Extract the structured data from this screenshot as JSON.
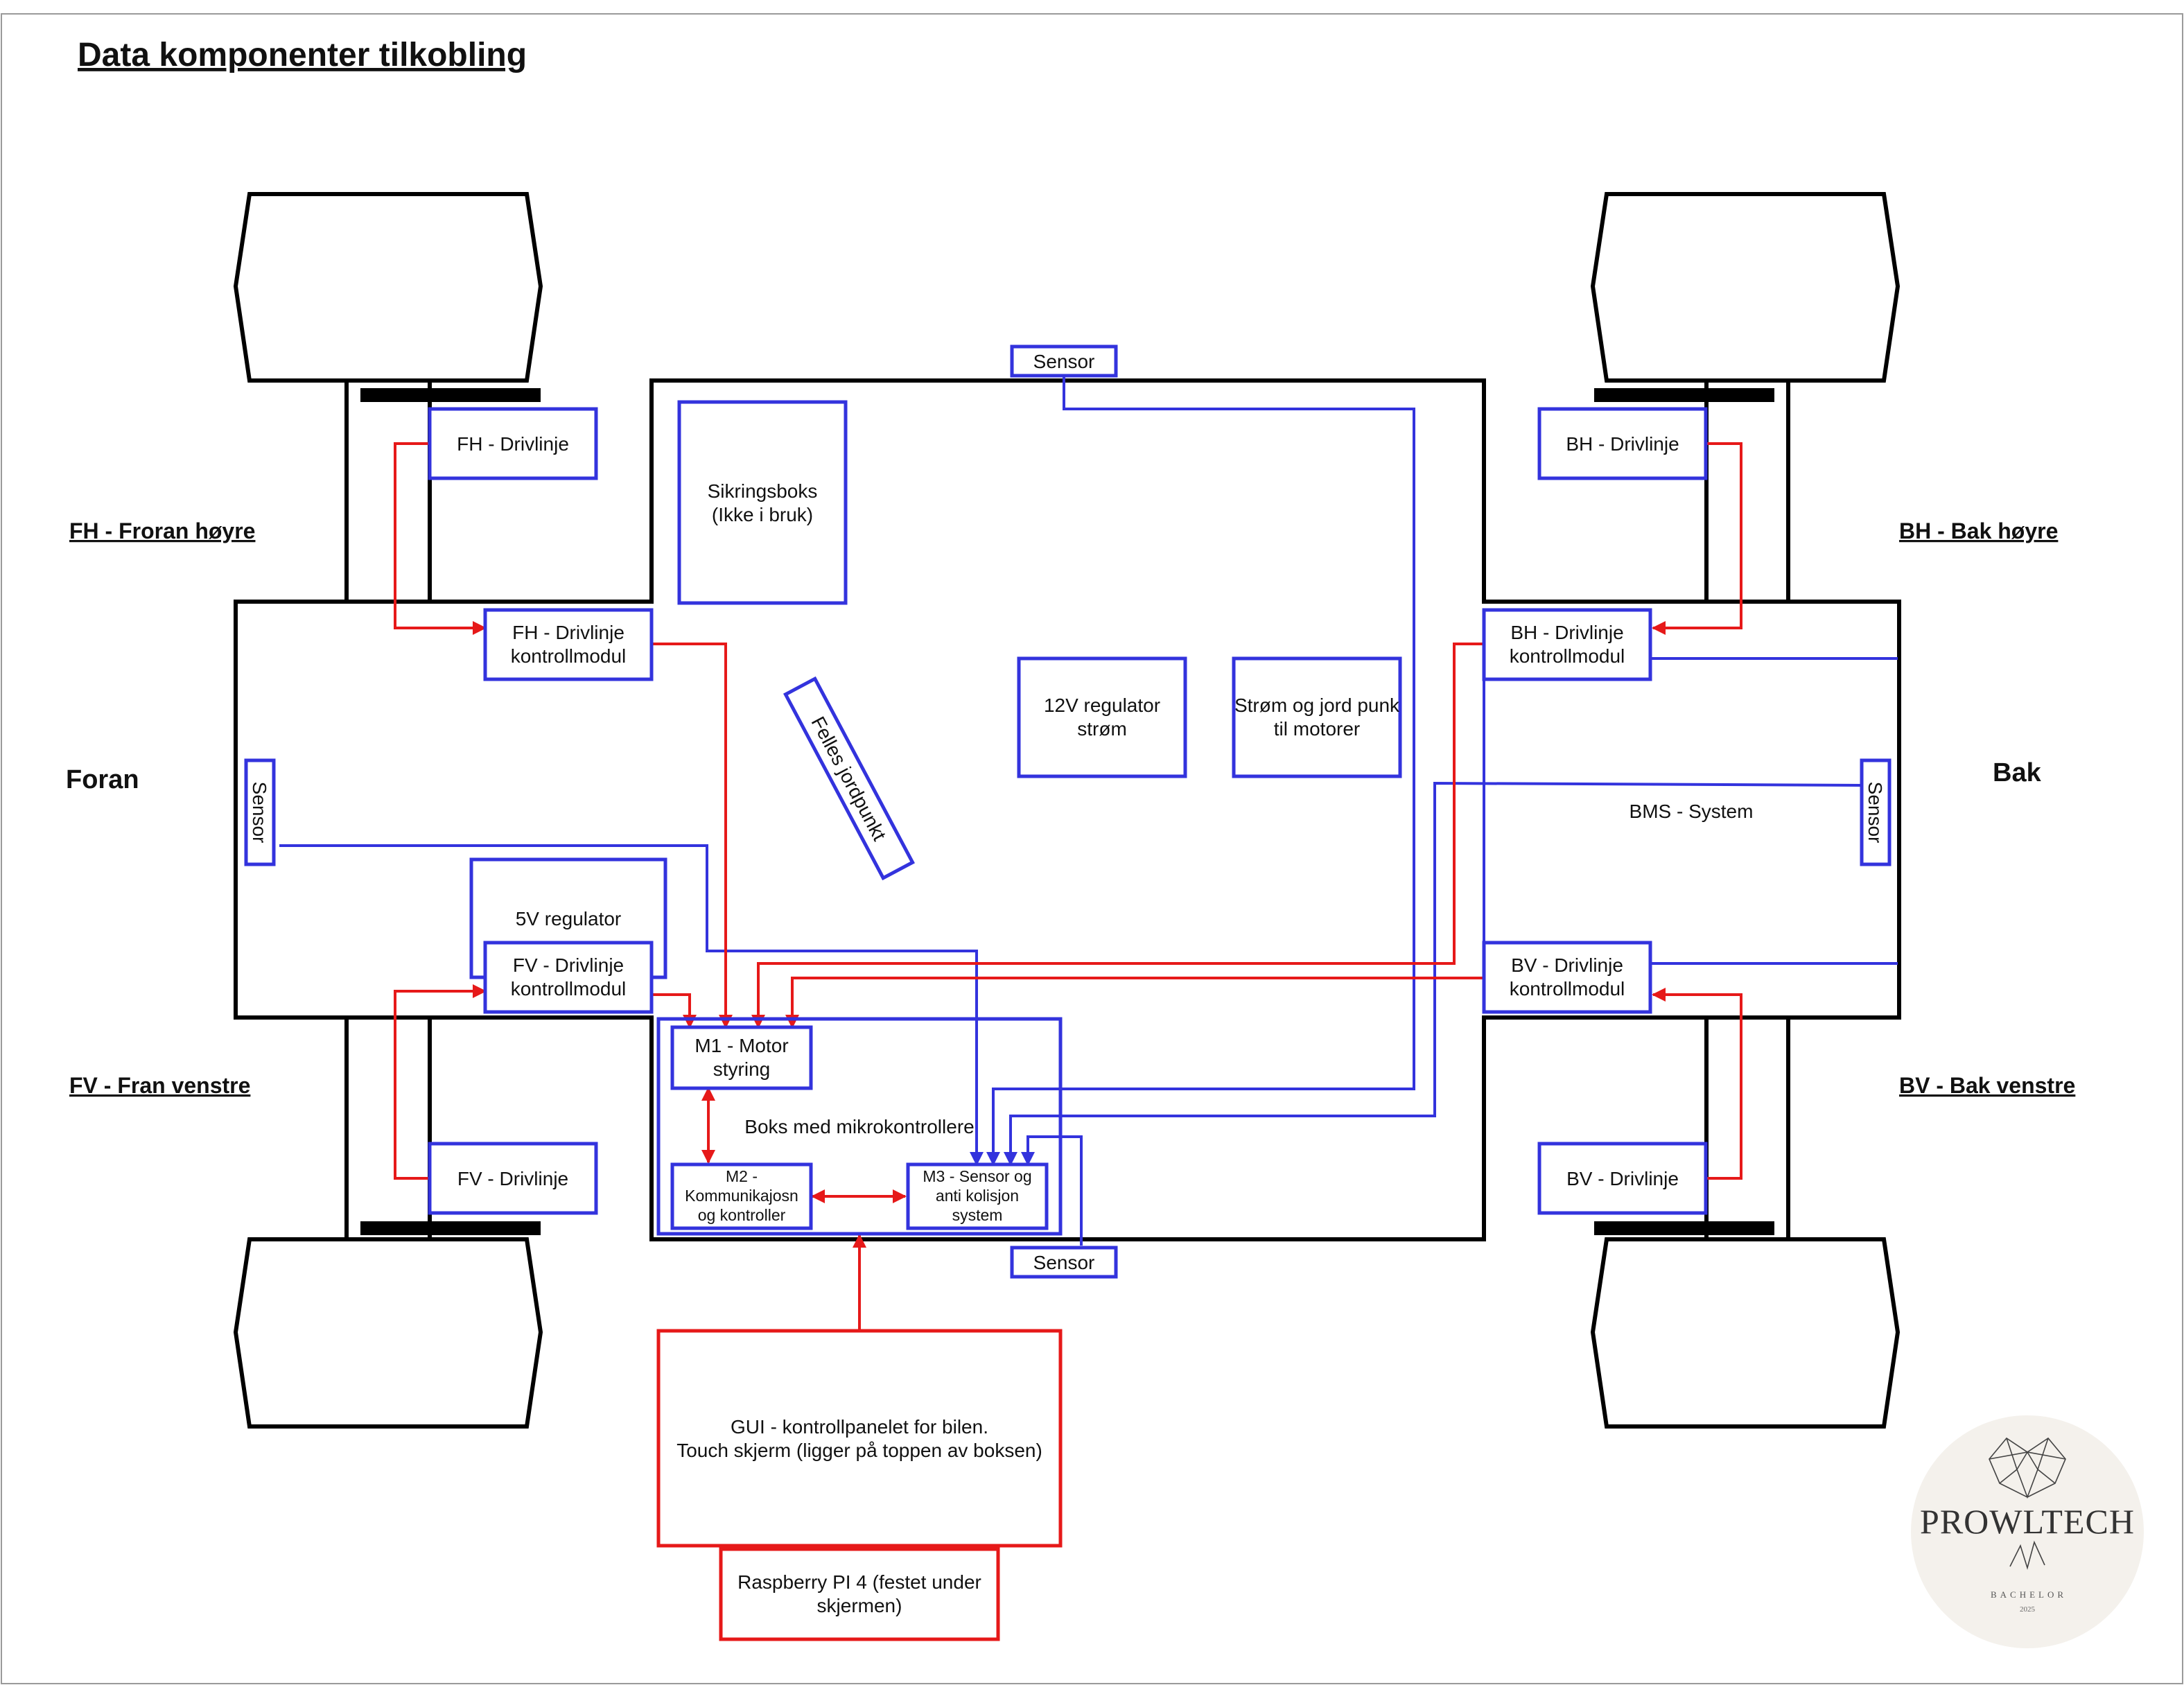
{
  "title": "Data komponenter tilkobling",
  "directions": {
    "front": "Foran",
    "rear": "Bak"
  },
  "corners": {
    "fh": "FH - Froran høyre",
    "bh": "BH - Bak høyre",
    "fv": "FV - Fran venstre",
    "bv": "BV - Bak venstre"
  },
  "drivlines": {
    "fh": "FH - Drivlinje",
    "bh": "BH - Drivlinje",
    "fv": "FV - Drivlinje",
    "bv": "BV - Drivlinje"
  },
  "control_modules": {
    "fh": [
      "FH - Drivlinje",
      "kontrollmodul"
    ],
    "bh": [
      "BH - Drivlinje",
      "kontrollmodul"
    ],
    "fv": [
      "FV - Drivlinje",
      "kontrollmodul"
    ],
    "bv": [
      "BV - Drivlinje",
      "kontrollmodul"
    ]
  },
  "sensors": {
    "top": "Sensor",
    "bottom": "Sensor",
    "front": "Sensor",
    "rear": "Sensor"
  },
  "components": {
    "fuse_box": [
      "Sikringsboks",
      "(Ikke i bruk)"
    ],
    "ground_point": "Felles jordpunkt",
    "regulator_12v": [
      "12V regulator",
      "strøm"
    ],
    "power_ground": [
      "Strøm og jord punk",
      "til motorer"
    ],
    "regulator_5v": "5V regulator",
    "bms": "BMS - System"
  },
  "microcontroller_box": {
    "label": "Boks med mikrokontrollere",
    "m1": [
      "M1 - Motor",
      "styring"
    ],
    "m2": [
      "M2 -",
      "Kommunikajosn",
      "og kontroller"
    ],
    "m3": [
      "M3 - Sensor og",
      "anti kolisjon",
      "system"
    ]
  },
  "gui": [
    "GUI - kontrollpanelet for bilen.",
    "Touch skjerm (ligger på toppen av boksen)"
  ],
  "raspberry": [
    "Raspberry PI 4 (festet under",
    "skjermen)"
  ],
  "logo": {
    "name": "PROWLTECH",
    "sub": "BACHELOR",
    "year": "2025"
  },
  "colors": {
    "data_wire": "#3333dd",
    "power_wire": "#e61919",
    "outline": "#000000"
  }
}
